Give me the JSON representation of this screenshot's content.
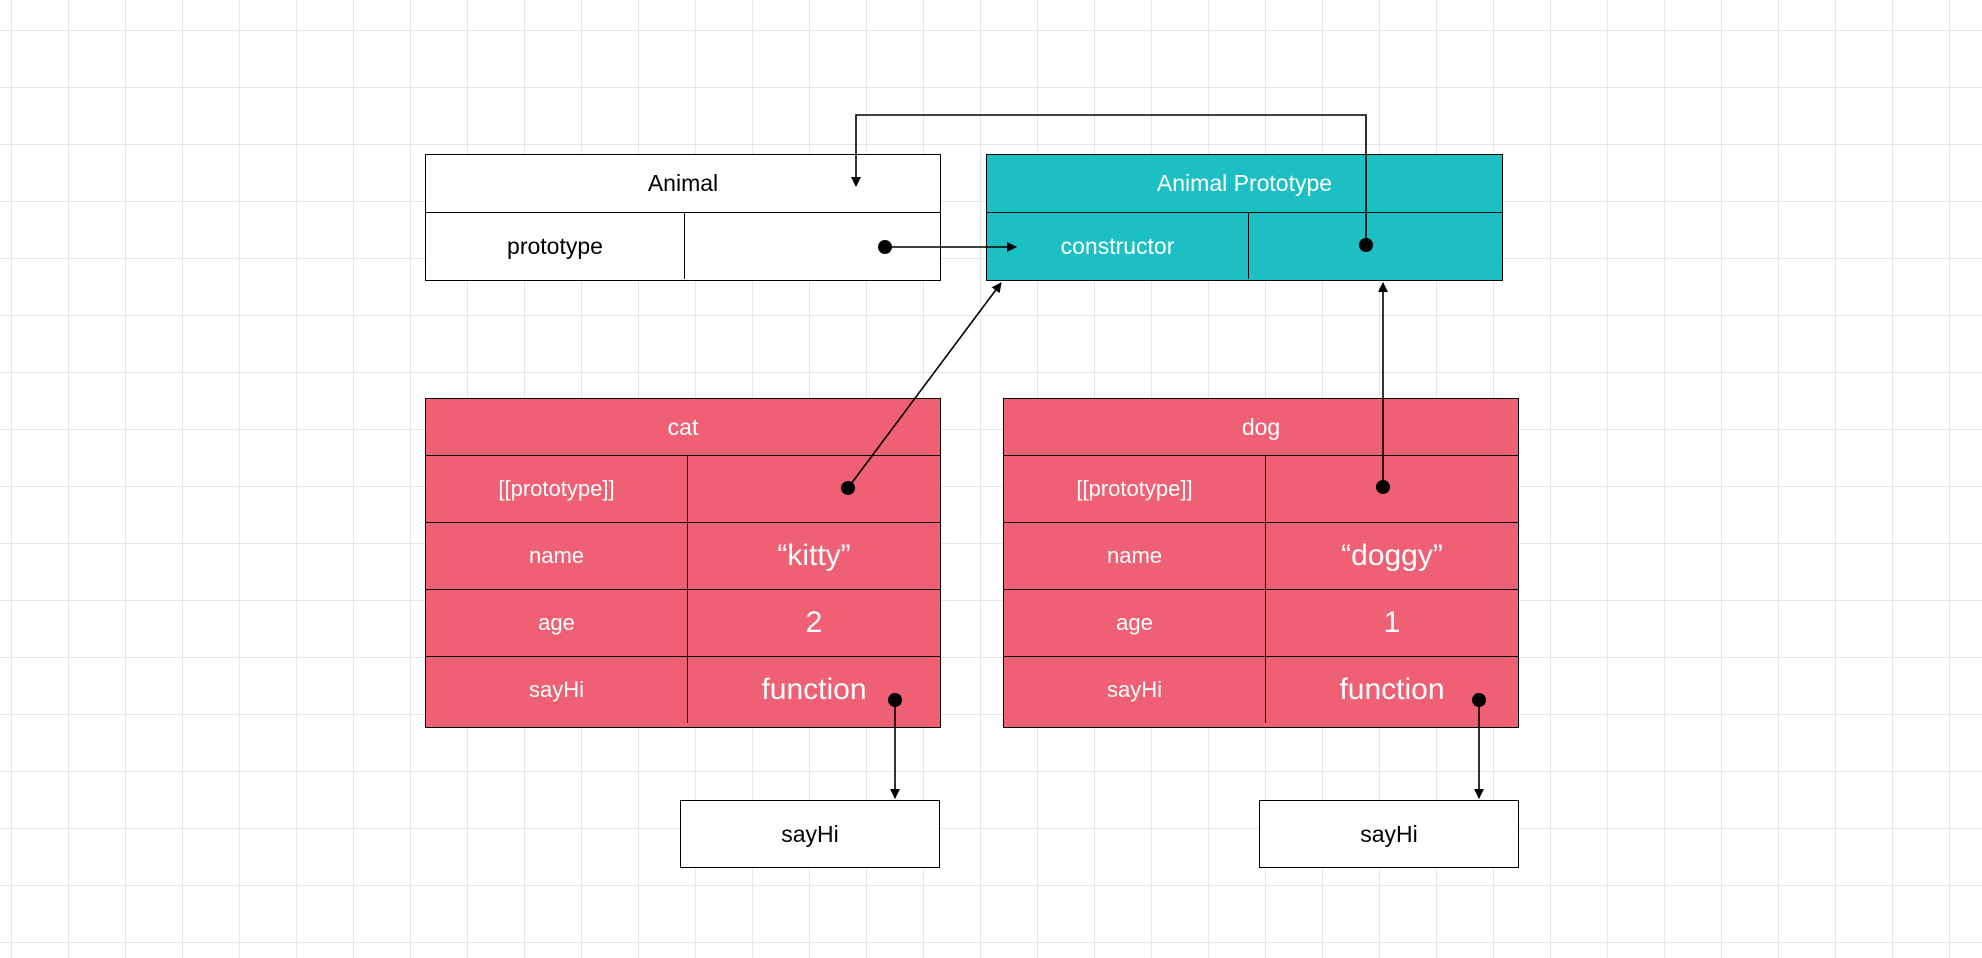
{
  "animal": {
    "title": "Animal",
    "key": "prototype",
    "value": ""
  },
  "animal_prototype": {
    "title": "Animal Prototype",
    "key": "constructor",
    "value": "",
    "color": "#1cbfc4"
  },
  "instance_color": "#f06074",
  "cat": {
    "title": "cat",
    "rows": [
      {
        "key": "[[prototype]]",
        "value": ""
      },
      {
        "key": "name",
        "value": "“kitty”"
      },
      {
        "key": "age",
        "value": "2"
      },
      {
        "key": "sayHi",
        "value": "function"
      }
    ],
    "function_box": "sayHi"
  },
  "dog": {
    "title": "dog",
    "rows": [
      {
        "key": "[[prototype]]",
        "value": ""
      },
      {
        "key": "name",
        "value": "“doggy”"
      },
      {
        "key": "age",
        "value": "1"
      },
      {
        "key": "sayHi",
        "value": "function"
      }
    ],
    "function_box": "sayHi"
  }
}
